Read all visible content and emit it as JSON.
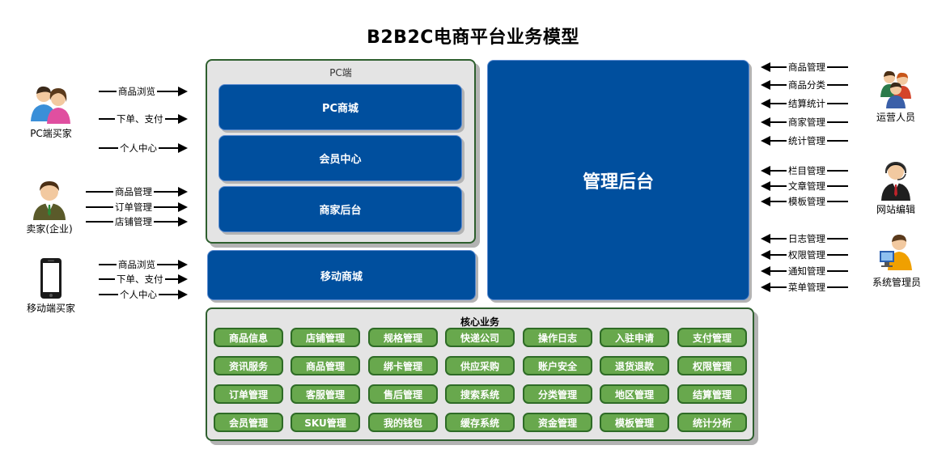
{
  "title": "B2B2C电商平台业务模型",
  "pc_panel": {
    "title": "PC端",
    "items": [
      "PC商城",
      "会员中心",
      "商家后台"
    ]
  },
  "mobile_mall": "移动商城",
  "admin_backend": "管理后台",
  "core": {
    "title": "核心业务",
    "rows": [
      [
        "商品信息",
        "店铺管理",
        "规格管理",
        "快递公司",
        "操作日志",
        "入驻申请",
        "支付管理"
      ],
      [
        "资讯服务",
        "商品管理",
        "绑卡管理",
        "供应采购",
        "账户安全",
        "退货退款",
        "权限管理"
      ],
      [
        "订单管理",
        "客服管理",
        "售后管理",
        "搜索系统",
        "分类管理",
        "地区管理",
        "结算管理"
      ],
      [
        "会员管理",
        "SKU管理",
        "我的钱包",
        "缓存系统",
        "资金管理",
        "模板管理",
        "统计分析"
      ]
    ]
  },
  "left_actors": [
    {
      "name": "PC端买家",
      "icon": "two-users-icon",
      "actions": [
        "商品浏览",
        "下单、支付",
        "个人中心"
      ]
    },
    {
      "name": "卖家(企业)",
      "icon": "businessman-icon",
      "actions": [
        "商品管理",
        "订单管理",
        "店铺管理"
      ]
    },
    {
      "name": "移动端买家",
      "icon": "smartphone-icon",
      "actions": [
        "商品浏览",
        "下单、支付",
        "个人中心"
      ]
    }
  ],
  "right_actors": [
    {
      "name": "运营人员",
      "icon": "group-users-icon",
      "actions": [
        "商品管理",
        "商品分类",
        "结算统计",
        "商家管理",
        "统计管理"
      ]
    },
    {
      "name": "网站编辑",
      "icon": "headset-operator-icon",
      "actions": [
        "栏目管理",
        "文章管理",
        "模板管理"
      ]
    },
    {
      "name": "系统管理员",
      "icon": "admin-computer-icon",
      "actions": [
        "日志管理",
        "权限管理",
        "通知管理",
        "菜单管理"
      ]
    }
  ],
  "colors": {
    "blue_box": "#004f9e",
    "chip_green": "#68a84d",
    "panel_border": "#2e5f2e",
    "panel_bg": "#e4e4e4"
  }
}
